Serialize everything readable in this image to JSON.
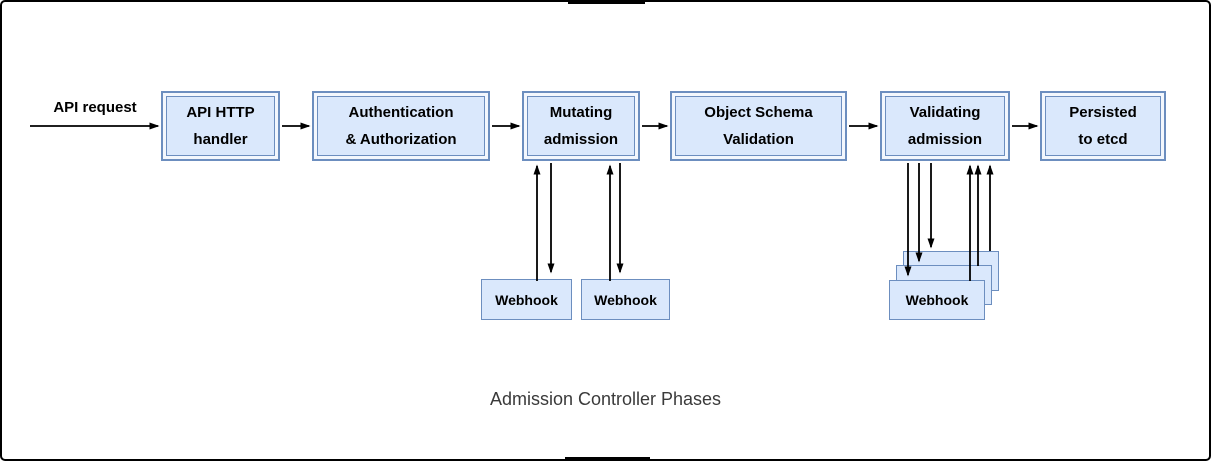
{
  "labels": {
    "api_request": "API request",
    "caption": "Admission Controller Phases"
  },
  "phases": [
    {
      "label": "API HTTP\nhandler"
    },
    {
      "label": "Authentication\n& Authorization"
    },
    {
      "label": "Mutating\nadmission"
    },
    {
      "label": "Object Schema\nValidation"
    },
    {
      "label": "Validating\nadmission"
    },
    {
      "label": "Persisted\nto etcd"
    }
  ],
  "webhooks": {
    "mutating": [
      {
        "label": "Webhook"
      },
      {
        "label": "Webhook"
      }
    ],
    "validating": {
      "label": "Webhook"
    }
  },
  "colors": {
    "node_fill": "#dae8fc",
    "node_stroke": "#6c8ebf",
    "arrow": "#000000",
    "frame_border": "#000000",
    "background": "#ffffff"
  }
}
